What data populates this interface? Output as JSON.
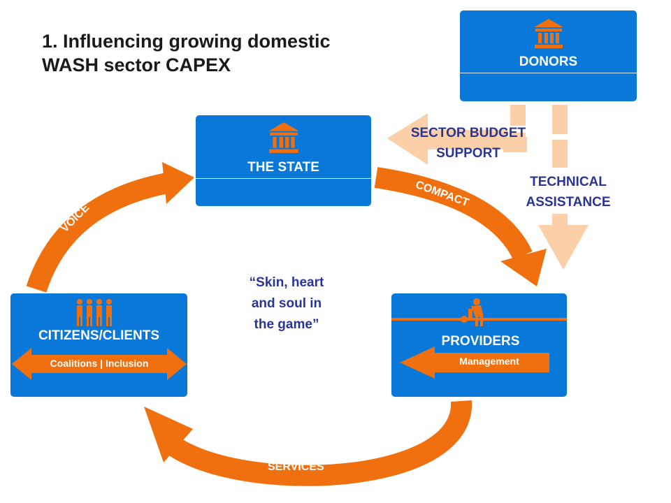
{
  "title": {
    "line1": "1. Influencing growing domestic",
    "line2": "WASH sector CAPEX"
  },
  "colors": {
    "card_blue": "#0a78d8",
    "flow_orange": "#f0700f",
    "pale_orange": "#fbd0a8",
    "text_navy": "#2a3593"
  },
  "cards": {
    "donors": {
      "label": "DONORS",
      "icon": "institution-icon"
    },
    "state": {
      "label": "THE STATE",
      "icon": "institution-icon"
    },
    "citizens": {
      "label": "CITIZENS/CLIENTS",
      "icon": "people-icon",
      "arrow_label": "Coalitions | Inclusion"
    },
    "providers": {
      "label": "PROVIDERS",
      "icon": "worker-pipe-icon",
      "arrow_label": "Management"
    }
  },
  "flows": {
    "voice": "VOICE",
    "compact": "COMPACT",
    "services": "SERVICES",
    "sector_budget_support": {
      "line1": "SECTOR BUDGET",
      "line2": "SUPPORT"
    },
    "technical_assistance": {
      "line1": "TECHNICAL",
      "line2": "ASSISTANCE"
    }
  },
  "quote": {
    "line1": "“Skin, heart",
    "line2": "and soul in",
    "line3": "the game”"
  }
}
